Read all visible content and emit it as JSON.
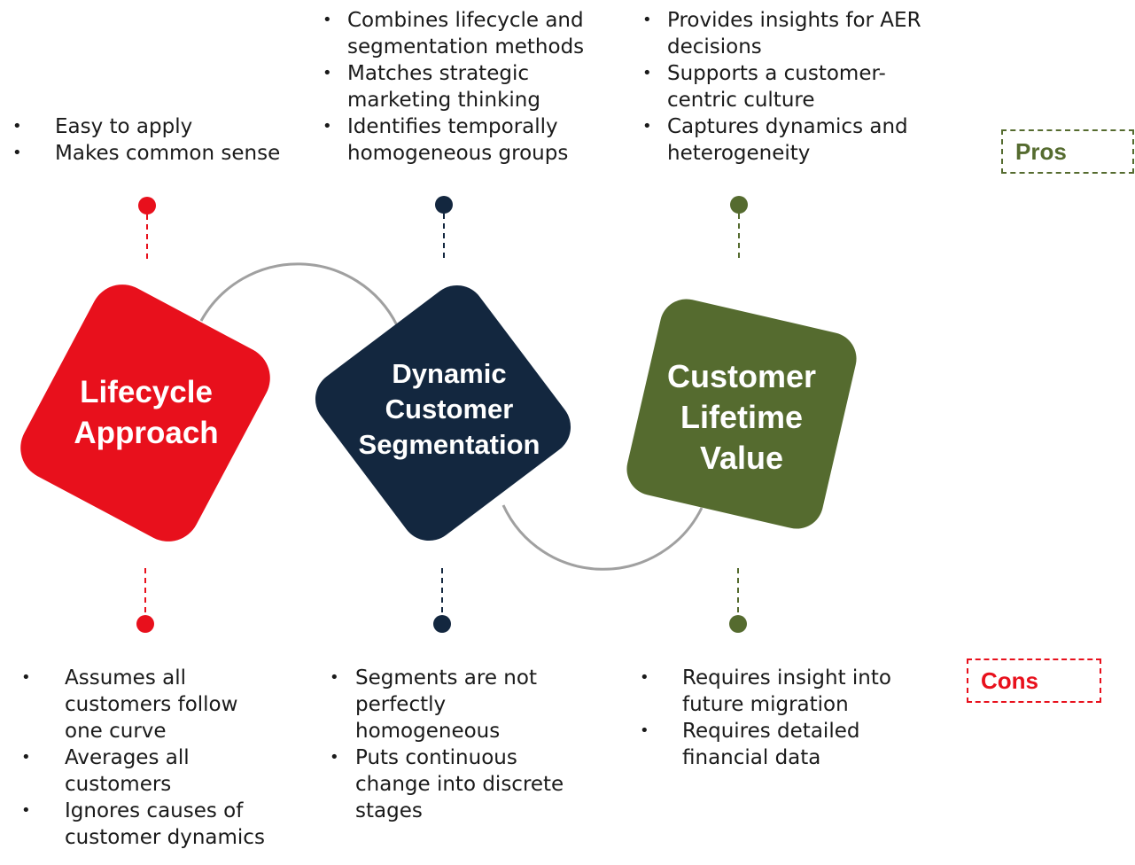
{
  "colors": {
    "lifecycle": "#e8101c",
    "dcs": "#13273f",
    "clv": "#556b2f",
    "connector": "#a0a0a0"
  },
  "approaches": [
    {
      "name": "Lifecycle\nApproach",
      "pros": [
        "Easy to apply",
        "Makes common sense"
      ],
      "cons": [
        "Assumes all",
        "customers follow",
        "one curve",
        "Averages all",
        "customers",
        "Ignores causes of",
        "customer dynamics"
      ]
    },
    {
      "name": "Dynamic\nCustomer\nSegmentation",
      "pros": [
        "Combines lifecycle and",
        "segmentation methods",
        "Matches strategic",
        "marketing thinking",
        "Identifies temporally",
        "homogeneous groups"
      ],
      "cons": [
        "Segments are not",
        "perfectly",
        "homogeneous",
        "Puts continuous",
        "change into discrete",
        "stages"
      ]
    },
    {
      "name": "Customer\nLifetime\nValue",
      "pros": [
        "Provides insights for AER",
        "decisions",
        "Supports a customer-",
        "centric culture",
        "Captures dynamics and",
        "heterogeneity"
      ],
      "cons": [
        "Requires insight into",
        "future migration",
        "Requires detailed",
        "financial data"
      ]
    }
  ],
  "legend": {
    "pros": "Pros",
    "cons": "Cons"
  }
}
